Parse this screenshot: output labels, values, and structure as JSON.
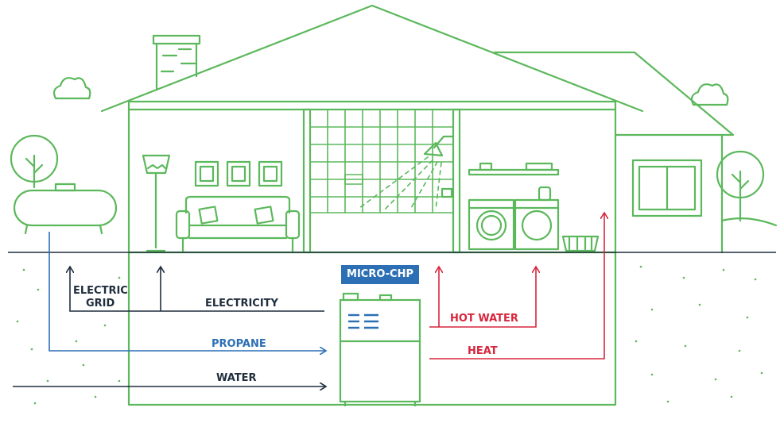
{
  "labels": {
    "micro_chp": "MICRO-CHP",
    "electric_grid_line1": "ELECTRIC",
    "electric_grid_line2": "GRID",
    "electricity": "ELECTRICITY",
    "propane": "PROPANE",
    "water": "WATER",
    "hot_water": "HOT WATER",
    "heat": "HEAT"
  },
  "colors": {
    "house_green": "#5cb85c",
    "dark_line": "#1f2d3d",
    "propane_blue": "#2c6fb5",
    "heat_red": "#d7263d",
    "badge_blue": "#2c6fb5"
  },
  "icons": [
    "cloud-icon",
    "tree-icon",
    "propane-tank-icon",
    "floor-lamp-icon",
    "picture-frame-icon",
    "sofa-icon",
    "shower-head-icon",
    "shelf-icon",
    "washer-icon",
    "dryer-icon",
    "laundry-basket-icon",
    "window-icon",
    "chimney-icon"
  ]
}
